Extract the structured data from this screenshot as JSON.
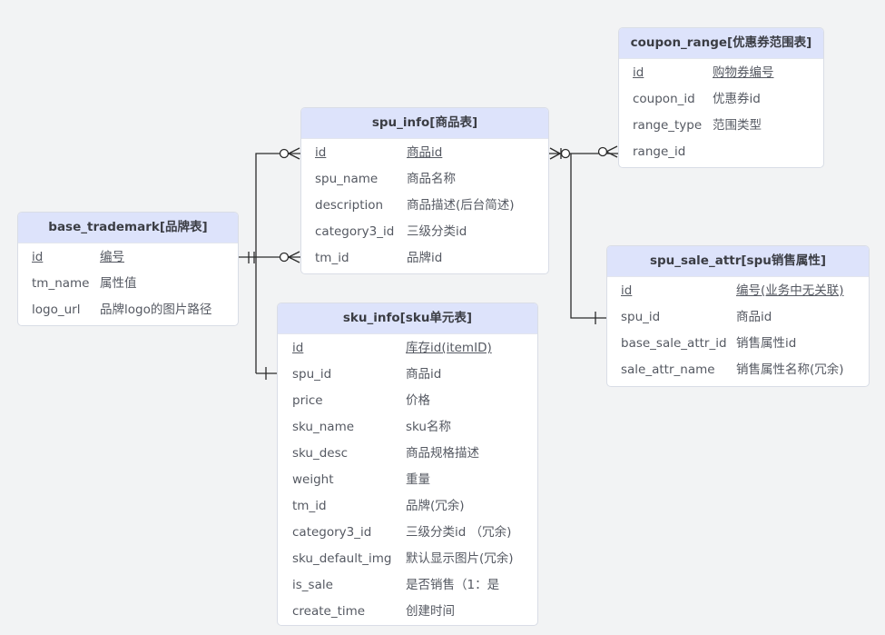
{
  "entities": {
    "coupon_range": {
      "title": "coupon_range[优惠券范围表]",
      "fields": [
        {
          "name": "id",
          "desc": "购物券编号",
          "pk": true
        },
        {
          "name": "coupon_id",
          "desc": "优惠券id",
          "pk": false
        },
        {
          "name": "range_type",
          "desc": "范围类型",
          "pk": false
        },
        {
          "name": "range_id",
          "desc": "",
          "pk": false
        }
      ]
    },
    "spu_info": {
      "title": "spu_info[商品表]",
      "fields": [
        {
          "name": "id",
          "desc": "商品id",
          "pk": true
        },
        {
          "name": "spu_name",
          "desc": "商品名称",
          "pk": false
        },
        {
          "name": "description",
          "desc": "商品描述(后台简述)",
          "pk": false
        },
        {
          "name": "category3_id",
          "desc": "三级分类id",
          "pk": false
        },
        {
          "name": "tm_id",
          "desc": "品牌id",
          "pk": false
        }
      ]
    },
    "base_trademark": {
      "title": "base_trademark[品牌表]",
      "fields": [
        {
          "name": "id",
          "desc": "编号",
          "pk": true
        },
        {
          "name": "tm_name",
          "desc": "属性值",
          "pk": false
        },
        {
          "name": "logo_url",
          "desc": "品牌logo的图片路径",
          "pk": false
        }
      ]
    },
    "spu_sale_attr": {
      "title": "spu_sale_attr[spu销售属性]",
      "fields": [
        {
          "name": "id",
          "desc": "编号(业务中无关联)",
          "pk": true
        },
        {
          "name": "spu_id",
          "desc": "商品id",
          "pk": false
        },
        {
          "name": "base_sale_attr_id",
          "desc": "销售属性id",
          "pk": false
        },
        {
          "name": "sale_attr_name",
          "desc": "销售属性名称(冗余)",
          "pk": false
        }
      ]
    },
    "sku_info": {
      "title": "sku_info[sku单元表]",
      "fields": [
        {
          "name": "id",
          "desc": "库存id(itemID)",
          "pk": true
        },
        {
          "name": "spu_id",
          "desc": "商品id",
          "pk": false
        },
        {
          "name": "price",
          "desc": "价格",
          "pk": false
        },
        {
          "name": "sku_name",
          "desc": "sku名称",
          "pk": false
        },
        {
          "name": "sku_desc",
          "desc": "商品规格描述",
          "pk": false
        },
        {
          "name": "weight",
          "desc": "重量",
          "pk": false
        },
        {
          "name": "tm_id",
          "desc": "品牌(冗余)",
          "pk": false
        },
        {
          "name": "category3_id",
          "desc": "三级分类id （冗余)",
          "pk": false
        },
        {
          "name": "sku_default_img",
          "desc": "默认显示图片(冗余)",
          "pk": false
        },
        {
          "name": "is_sale",
          "desc": "是否销售（1：是",
          "pk": false
        },
        {
          "name": "create_time",
          "desc": "创建时间",
          "pk": false
        }
      ]
    }
  },
  "relationships": [
    {
      "from": "base_trademark",
      "to": "spu_info",
      "from_cardinality": "one",
      "to_cardinality": "zero-or-many"
    },
    {
      "from": "base_trademark",
      "to": "sku_info",
      "from_cardinality": "one",
      "to_cardinality": "one"
    },
    {
      "from": "spu_info",
      "to": "coupon_range",
      "from_cardinality": "one-or-many",
      "to_cardinality": "zero-or-many"
    },
    {
      "from": "spu_info",
      "to": "spu_sale_attr",
      "from_cardinality": "one-or-many",
      "to_cardinality": "one"
    }
  ],
  "colors": {
    "header_bg": "#dde3fb",
    "line": "#2b2b2b",
    "canvas": "#f2f3f4"
  }
}
